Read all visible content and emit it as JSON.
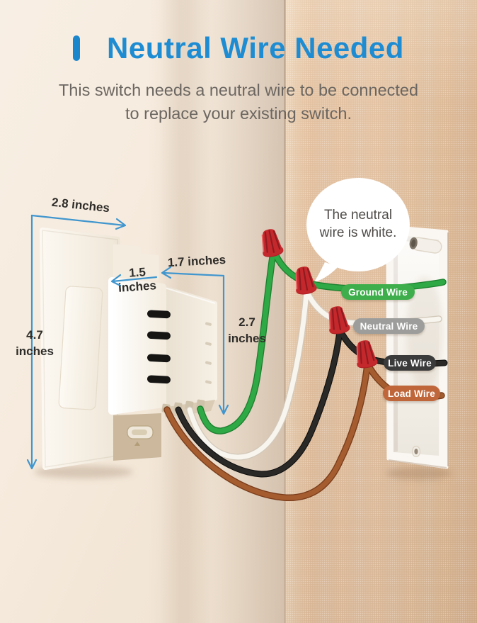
{
  "header": {
    "title": "Neutral Wire Needed",
    "subtitle_line1": "This switch needs a neutral wire to be connected",
    "subtitle_line2": "to replace your existing switch."
  },
  "speech_bubble": {
    "line1": "The neutral",
    "line2": "wire is white."
  },
  "dimensions": {
    "plate_width": {
      "line1": "2.8 inches"
    },
    "plate_height": {
      "line1": "4.7",
      "line2": "inches"
    },
    "module_front_width": {
      "line1": "1.5",
      "line2": "inches"
    },
    "module_depth": {
      "line1": "1.7 inches"
    },
    "module_height": {
      "line1": "2.7",
      "line2": "inches"
    }
  },
  "wire_labels": [
    {
      "label": "Ground Wire",
      "pill_color": "#3DAE4B",
      "wire_color": "#2FA945"
    },
    {
      "label": "Neutral Wire",
      "pill_color": "#9D9D9B",
      "wire_color": "#F8F5EF"
    },
    {
      "label": "Live Wire",
      "pill_color": "#3B3B3B",
      "wire_color": "#2A2927"
    },
    {
      "label": "Load Wire",
      "pill_color": "#C0663B",
      "wire_color": "#A55D2F"
    }
  ],
  "colors": {
    "title_blue": "#1E8CD2",
    "dimension_blue": "#4096CE",
    "subtitle_gray": "#6B6661",
    "wall_left_cream": "#F4E9DC",
    "wall_right_tan": "#E0BD9C",
    "wire_nut_red": "#C5282C"
  }
}
